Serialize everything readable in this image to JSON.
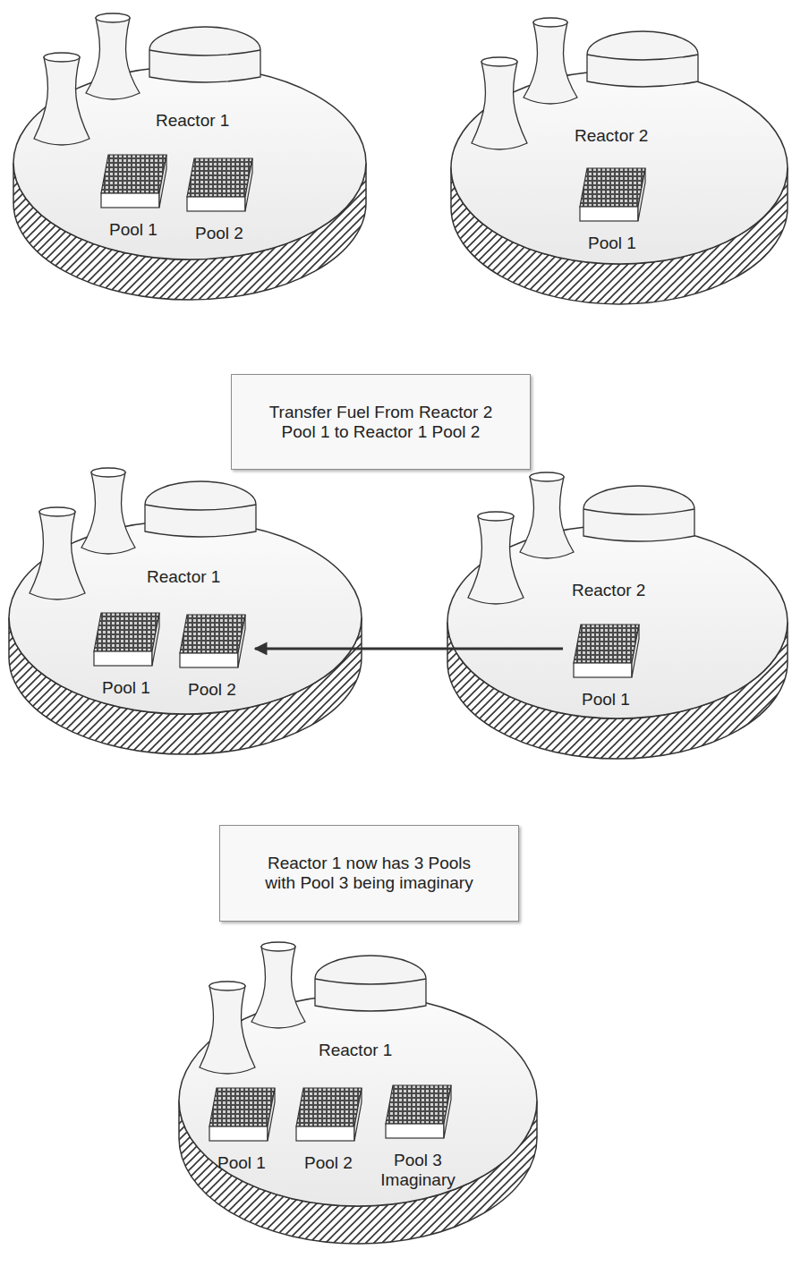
{
  "diagram": {
    "nodes": [
      {
        "text": [
          "Reactor 1"
        ]
      },
      {
        "text": [
          "Pool 1"
        ],
        "in": 0
      },
      {
        "text": [
          "Pool 2"
        ],
        "in": 0
      },
      {
        "text": [
          "Reactor 2"
        ]
      },
      {
        "text": [
          "Pool 1"
        ],
        "in": 3
      },
      {
        "text": [
          "Transfer Fuel From Reactor 2 Pool 1 to Reactor 1 Pool 2"
        ]
      },
      {
        "text": [
          "Reactor 1"
        ]
      },
      {
        "text": [
          "Pool 1"
        ],
        "in": 6
      },
      {
        "text": [
          "Pool 2"
        ],
        "in": 6
      },
      {
        "text": [
          "Reactor 2"
        ]
      },
      {
        "text": [
          "Pool 1"
        ],
        "in": 9
      },
      {
        "text": [
          "Reactor 1 now has 3 Pools with Pool 3 being imaginary"
        ]
      },
      {
        "text": [
          "Reactor 1"
        ]
      },
      {
        "text": [
          "Pool 1"
        ],
        "in": 12
      },
      {
        "text": [
          "Pool 2"
        ],
        "in": 12
      },
      {
        "text": [
          "Pool 3 Imaginary"
        ],
        "in": 12
      }
    ],
    "edges": [
      {
        "from": 10,
        "to": 8,
        "arrow": "to"
      }
    ]
  }
}
